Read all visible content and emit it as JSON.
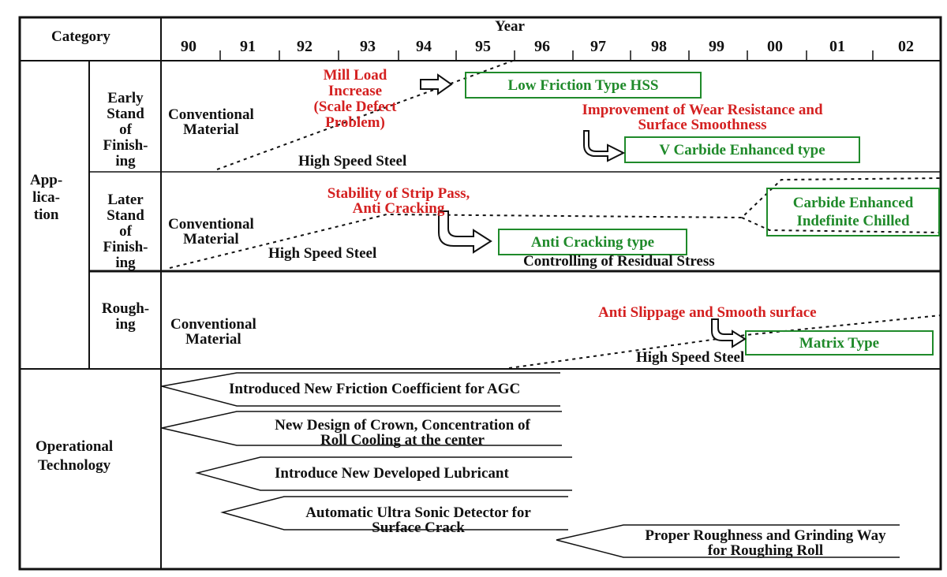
{
  "header": {
    "category": "Category",
    "year_label": "Year",
    "years": [
      "90",
      "91",
      "92",
      "93",
      "94",
      "95",
      "96",
      "97",
      "98",
      "99",
      "00",
      "01",
      "02"
    ]
  },
  "rows": {
    "application": "App-\nlica-\ntion",
    "early": {
      "label": "Early\nStand\nof\nFinish-\ning",
      "conventional": "Conventional\nMaterial",
      "hss": "High Speed Steel",
      "problem1": "Mill Load\nIncrease\n(Scale Defect\nProblem)",
      "solution1": "Low Friction Type HSS",
      "problem2": "Improvement of Wear Resistance and\nSurface Smoothness",
      "solution2": "V Carbide Enhanced type"
    },
    "later": {
      "label": "Later\nStand\nof\nFinish-\ning",
      "conventional": "Conventional\nMaterial",
      "hss": "High Speed Steel",
      "problem1": "Stability of Strip Pass,\nAnti Cracking",
      "solution1": "Anti Cracking type",
      "note": "Controlling of Residual Stress",
      "solution2": "Carbide Enhanced\nIndefinite Chilled"
    },
    "roughing": {
      "label": "Rough-\ning",
      "conventional": "Conventional\nMaterial",
      "hss": "High Speed Steel",
      "problem1": "Anti Slippage and Smooth surface",
      "solution1": "Matrix Type"
    }
  },
  "operational": {
    "label": "Operational\nTechnology",
    "items": [
      "Introduced New Friction Coefficient  for AGC",
      "New Design of Crown, Concentration of\nRoll Cooling at the center",
      "Introduce New Developed Lubricant",
      "Automatic Ultra Sonic Detector for\nSurface Crack",
      "Proper Roughness and Grinding Way\nfor Roughing Roll"
    ]
  },
  "colors": {
    "problem": "#d42020",
    "solution": "#1f8a2a"
  }
}
